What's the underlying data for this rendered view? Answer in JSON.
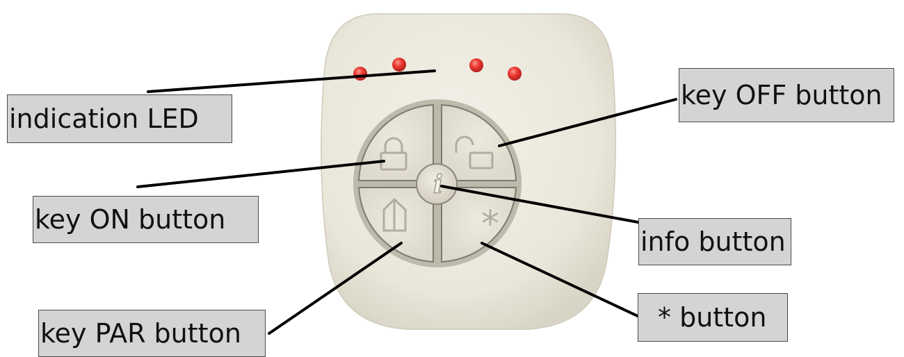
{
  "labels": {
    "indication_led": "indication LED",
    "key_off": "key OFF button",
    "key_on": "key ON button",
    "info": "info button",
    "star": "* button",
    "key_par": "key PAR button"
  },
  "device": {
    "led_color": "#e8322f",
    "body_color": "#ebe8dc",
    "button_color": "#e4e1d4",
    "star_glyph": "*",
    "info_glyph": "i",
    "icons": [
      "padlock-closed-icon",
      "padlock-open-icon",
      "home-icon",
      "asterisk-icon",
      "info-icon"
    ]
  }
}
